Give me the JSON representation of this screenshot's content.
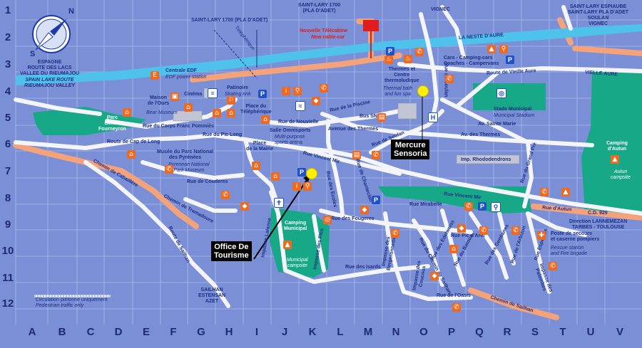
{
  "map": {
    "title": "Saint-Lary-Soulan town plan",
    "compass_letters": {
      "north": "N",
      "south": "S"
    },
    "rows": [
      "1",
      "2",
      "3",
      "4",
      "5",
      "6",
      "7",
      "8",
      "9",
      "10",
      "11",
      "12"
    ],
    "columns": [
      "A",
      "B",
      "C",
      "D",
      "E",
      "F",
      "G",
      "H",
      "I",
      "J",
      "K",
      "L",
      "M",
      "N",
      "O",
      "P",
      "Q",
      "R",
      "S",
      "T",
      "U",
      "V"
    ],
    "colors": {
      "background": "#7a8fd6",
      "roads": "#f7f7fb",
      "river": "#4fc2ec",
      "green": "#17a887",
      "main_road": "#f4a27a",
      "icon": "#ef6a1f",
      "parking": "#1f52c9"
    }
  },
  "labels": {
    "spain_road": "ESPAGNE\nROUTE DES LACS\nVALLEE DU RIEUMAJOU",
    "spain_road_en": "SPAIN LAKE ROUTE\nRIEUMAJOU VALLEY",
    "saint_lary_pla_adet": "SAINT-LARY 1700 (PLA D'ADET)",
    "saint_lary_pla_adet_top": "SAINT-LARY 1700\n(PLA D'ADET)",
    "vignec_top": "VIGNEC",
    "top_right_towns": "SAINT-LARY ESPIAUBE\nSAINT-LARY PLA D'ADET\nSOULAN\nVIGNEC",
    "telepherique": "Téléphérique",
    "nouvelle_telecabine": "Nouvelle Télécabine",
    "new_cable_car": "New cable-car",
    "la_neste_aure": "LA NESTE D'AURE",
    "centrale_edf": "Centrale EDF",
    "edf_power_station": "EDF power station",
    "thermes": "Thermes et\nCentre\nthermoludique",
    "thermal_bath": "Thermal bath\nand fun spa",
    "cars_parking": "Cars - Camping-cars\nCoaches - Campervans",
    "route_vieille_aure": "Route de Vieille Aure",
    "vieille_aure": "VIELLE AURE",
    "stade_municipal": "Stade Municipal",
    "municipal_stadium": "Municipal Stadium",
    "maison_ours": "Maison\nde l'Ours",
    "bear_museum": "Bear Museum",
    "cinema": "Cinéma",
    "patinoire": "Patinoire",
    "skating_rink": "Skating rink",
    "place_telepherique": "Place du\nTéléphérique",
    "rue_piscine": "Rue de la Piscine",
    "bus_sncf": "Bus SNCF",
    "avenue_thermes": "Avenue des Thermes",
    "rue_nouvielle": "Rue de Nouvielle",
    "rue_soulan": "Rue de Soulan",
    "av_sainte_marie": "Av. Sainte Marie",
    "av_des_thermes": "Av. des Thermes",
    "parc_benoit": "Parc\nBenoît\nFourneyron",
    "rue_corps_franc": "Rue du Corps Franc Pommiès",
    "rue_pic_long": "Rue du Pic Long",
    "salle_omnisports": "Salle Omnisports",
    "sports_arena": "Multi-purpose\nsports arena",
    "route_cap_long": "Route de Cap de Long",
    "musee_parc": "Musée du Parc National\ndes Pyrénées",
    "park_museum": "Pyrenean National\nPark Museum",
    "place_mairie": "Place\nde la Mairie",
    "rue_vincent_mir": "Rue Vincent Mir",
    "rue_grand_pre": "Rue du Grand Pré",
    "imp_rhododendrons": "Imp. Rhododendrons",
    "camping_autun": "Camping\nd'Autun",
    "autun_campsite": "Autun\ncampsite",
    "chemin_cabaillere": "Chemin de Cabaillère",
    "rue_couderes": "Rue de Couderes",
    "chemin_tramadoure": "Chemin de Tramadoure",
    "rue_ecoles": "Rue des Ecoles",
    "rue_chanteclair": "Rue de Chanteclair",
    "rue_mirabelle": "Rue Mirabelle",
    "rue_autun": "Rue d'Autun",
    "cd929": "C.D. 929",
    "direction_lannemezan": "Direction LANNEMEZAN\nTARBES - TOULOUSE",
    "rue_fougeres": "Rue des Fougeres",
    "camping_municipal": "Camping\nMunicipal",
    "municipal_campsite": "Municipal\ncampsite",
    "route_sailhan": "Route de Sailhan",
    "impasse_lalanne": "Impasse Lalanne",
    "impasse_pics": "Impasse des Pics",
    "impasse_bergeronnettes": "Impasse des\nBergeronnettes",
    "rue_edelweiss": "Rue des Edelweiss",
    "rue_pic_arei": "Rue Pic d'Aret",
    "rue_batoua": "Rue du Batoua",
    "rue_gentianes": "Rue des Gentianes",
    "rue_arbizon": "Rue de l'Arbizon",
    "rue_espeyres": "Rue Espeyrès",
    "poste_secours": "Poste de secours\net caserne pompiers",
    "rescue_station": "Rescue station\nand Fire brigade",
    "rue_isards": "Rue des Isards",
    "chemin_sailhan_rue": "Rue du Chemin de Sailhan",
    "impasse_coucous": "Impasse des\nCoucous",
    "impasse_palombes": "Impasse des\nPalombes",
    "rue_oasis": "Rue de l'Oasis",
    "chemin_sailhan": "Chemin de Sailhan",
    "sailhan_towns": "SAILHAN\nESTENSAN\nAZET",
    "pedestrian_fr": "Circulation piétonne uniquement",
    "pedestrian_en": "Pedestrian traffic only"
  },
  "callouts": {
    "mercure": "Mercure\nSensoria",
    "office": "Office De\nTourisme"
  }
}
